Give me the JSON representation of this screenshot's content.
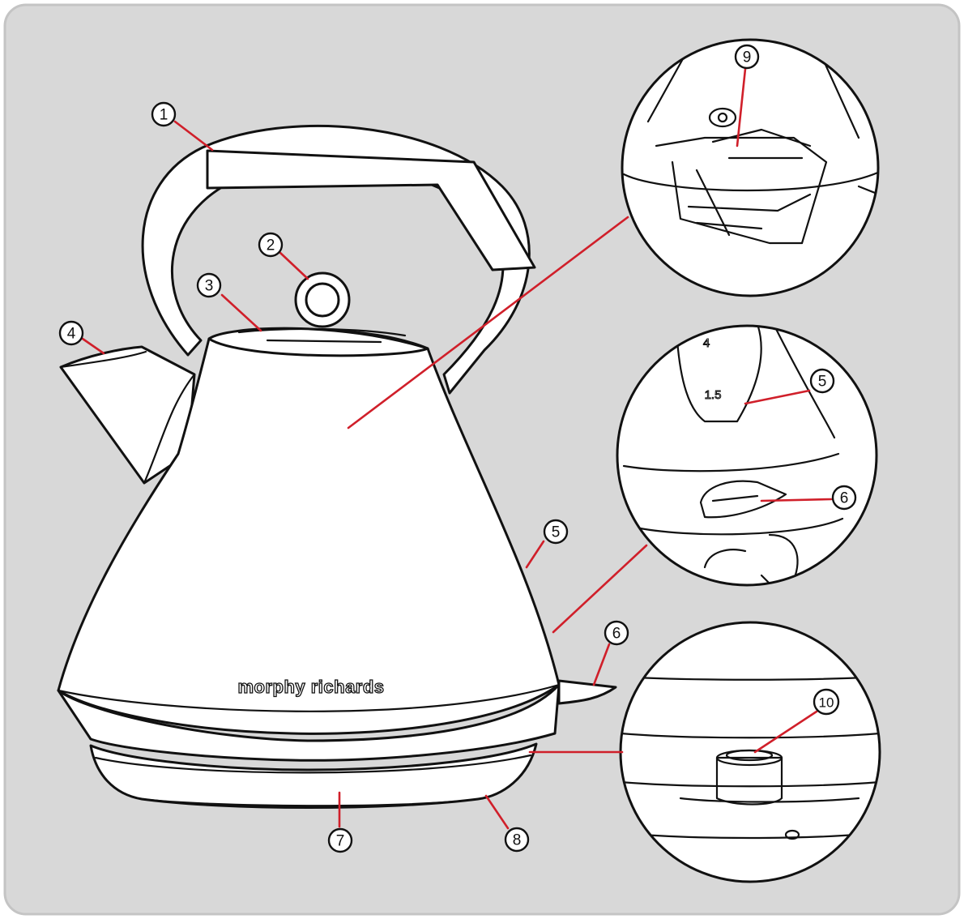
{
  "colors": {
    "panel_background": "#d8d8d8",
    "panel_border": "#c4c4c4",
    "outline": "#111111",
    "leader_line": "#d01f2a",
    "fill": "#ffffff"
  },
  "brand": {
    "logo_text": "morphy richards"
  },
  "callouts": [
    {
      "id": "c1",
      "label": "1"
    },
    {
      "id": "c2",
      "label": "2"
    },
    {
      "id": "c3",
      "label": "3"
    },
    {
      "id": "c4",
      "label": "4"
    },
    {
      "id": "c5a",
      "label": "5"
    },
    {
      "id": "c6a",
      "label": "6"
    },
    {
      "id": "c7",
      "label": "7"
    },
    {
      "id": "c8",
      "label": "8"
    },
    {
      "id": "c9",
      "label": "9"
    },
    {
      "id": "c5b",
      "label": "5"
    },
    {
      "id": "c6b",
      "label": "6"
    },
    {
      "id": "c10",
      "label": "10"
    }
  ],
  "insets": [
    {
      "name": "filter-detail",
      "callouts": [
        "9"
      ]
    },
    {
      "name": "switch-detail",
      "callouts": [
        "5",
        "6"
      ]
    },
    {
      "name": "base-connector-detail",
      "callouts": [
        "10"
      ]
    }
  ],
  "gauge_marks": [
    "4",
    "1.5"
  ]
}
